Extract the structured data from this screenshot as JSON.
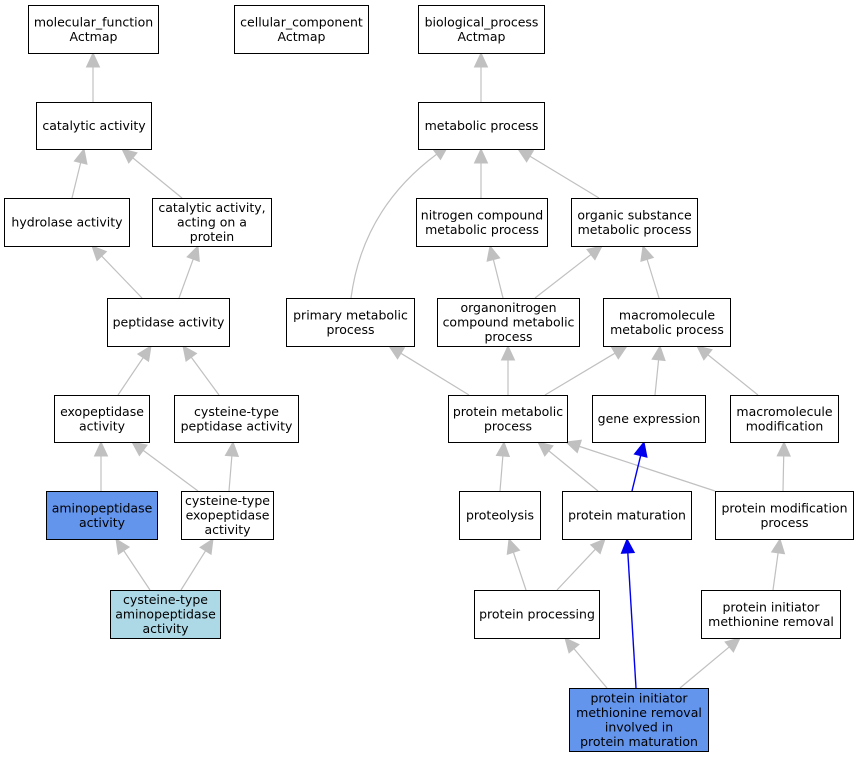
{
  "colors": {
    "edge": "#c0c0c0",
    "highlight_edge": "#0000ee",
    "node_default": "#ffffff",
    "node_selected": "#6495ed",
    "node_query": "#add8e6"
  },
  "nodes": [
    {
      "id": "mf",
      "lines": [
        "molecular_function",
        "Actmap"
      ],
      "fill": "#ffffff"
    },
    {
      "id": "cc",
      "lines": [
        "cellular_component",
        "Actmap"
      ],
      "fill": "#ffffff"
    },
    {
      "id": "bp",
      "lines": [
        "biological_process",
        "Actmap"
      ],
      "fill": "#ffffff"
    },
    {
      "id": "cat",
      "lines": [
        "catalytic activity"
      ],
      "fill": "#ffffff"
    },
    {
      "id": "met",
      "lines": [
        "metabolic process"
      ],
      "fill": "#ffffff"
    },
    {
      "id": "hyd",
      "lines": [
        "hydrolase activity"
      ],
      "fill": "#ffffff"
    },
    {
      "id": "catprot",
      "lines": [
        "catalytic activity,",
        "acting on a",
        "protein"
      ],
      "fill": "#ffffff"
    },
    {
      "id": "nitro",
      "lines": [
        "nitrogen compound",
        "metabolic process"
      ],
      "fill": "#ffffff"
    },
    {
      "id": "orgsub",
      "lines": [
        "organic substance",
        "metabolic process"
      ],
      "fill": "#ffffff"
    },
    {
      "id": "pep",
      "lines": [
        "peptidase activity"
      ],
      "fill": "#ffffff"
    },
    {
      "id": "prim",
      "lines": [
        "primary metabolic",
        "process"
      ],
      "fill": "#ffffff"
    },
    {
      "id": "orgnitro",
      "lines": [
        "organonitrogen",
        "compound metabolic",
        "process"
      ],
      "fill": "#ffffff"
    },
    {
      "id": "macro",
      "lines": [
        "macromolecule",
        "metabolic process"
      ],
      "fill": "#ffffff"
    },
    {
      "id": "exo",
      "lines": [
        "exopeptidase",
        "activity"
      ],
      "fill": "#ffffff"
    },
    {
      "id": "cyspep",
      "lines": [
        "cysteine-type",
        "peptidase activity"
      ],
      "fill": "#ffffff"
    },
    {
      "id": "protmet",
      "lines": [
        "protein metabolic",
        "process"
      ],
      "fill": "#ffffff"
    },
    {
      "id": "gene",
      "lines": [
        "gene expression"
      ],
      "fill": "#ffffff"
    },
    {
      "id": "macmod",
      "lines": [
        "macromolecule",
        "modification"
      ],
      "fill": "#ffffff"
    },
    {
      "id": "amino",
      "lines": [
        "aminopeptidase",
        "activity"
      ],
      "fill": "#6495ed"
    },
    {
      "id": "cysexo",
      "lines": [
        "cysteine-type",
        "exopeptidase",
        "activity"
      ],
      "fill": "#ffffff"
    },
    {
      "id": "proteo",
      "lines": [
        "proteolysis"
      ],
      "fill": "#ffffff"
    },
    {
      "id": "protmat",
      "lines": [
        "protein maturation"
      ],
      "fill": "#ffffff"
    },
    {
      "id": "protmod",
      "lines": [
        "protein modification",
        "process"
      ],
      "fill": "#ffffff"
    },
    {
      "id": "cysamino",
      "lines": [
        "cysteine-type",
        "aminopeptidase",
        "activity"
      ],
      "fill": "#add8e6"
    },
    {
      "id": "protproc",
      "lines": [
        "protein processing"
      ],
      "fill": "#ffffff"
    },
    {
      "id": "pimr",
      "lines": [
        "protein initiator",
        "methionine removal"
      ],
      "fill": "#ffffff"
    },
    {
      "id": "pimrmat",
      "lines": [
        "protein initiator",
        "methionine removal",
        "involved in",
        "protein maturation"
      ],
      "fill": "#6495ed"
    }
  ],
  "edges": [
    {
      "from": "cat",
      "to": "mf"
    },
    {
      "from": "hyd",
      "to": "cat"
    },
    {
      "from": "catprot",
      "to": "cat"
    },
    {
      "from": "pep",
      "to": "hyd"
    },
    {
      "from": "pep",
      "to": "catprot"
    },
    {
      "from": "exo",
      "to": "pep"
    },
    {
      "from": "cyspep",
      "to": "pep"
    },
    {
      "from": "amino",
      "to": "exo"
    },
    {
      "from": "cysexo",
      "to": "exo"
    },
    {
      "from": "cysexo",
      "to": "cyspep"
    },
    {
      "from": "cysamino",
      "to": "amino"
    },
    {
      "from": "cysamino",
      "to": "cysexo"
    },
    {
      "from": "met",
      "to": "bp"
    },
    {
      "from": "prim",
      "to": "met"
    },
    {
      "from": "nitro",
      "to": "met"
    },
    {
      "from": "orgsub",
      "to": "met"
    },
    {
      "from": "orgnitro",
      "to": "nitro"
    },
    {
      "from": "orgnitro",
      "to": "orgsub"
    },
    {
      "from": "macro",
      "to": "orgsub"
    },
    {
      "from": "protmet",
      "to": "prim"
    },
    {
      "from": "protmet",
      "to": "orgnitro"
    },
    {
      "from": "protmet",
      "to": "macro"
    },
    {
      "from": "gene",
      "to": "macro"
    },
    {
      "from": "macmod",
      "to": "macro"
    },
    {
      "from": "proteo",
      "to": "protmet"
    },
    {
      "from": "protmat",
      "to": "protmet"
    },
    {
      "from": "protmod",
      "to": "protmet"
    },
    {
      "from": "protmat",
      "to": "gene",
      "highlight": true
    },
    {
      "from": "protmod",
      "to": "macmod"
    },
    {
      "from": "protproc",
      "to": "proteo"
    },
    {
      "from": "protproc",
      "to": "protmat"
    },
    {
      "from": "pimr",
      "to": "protmod"
    },
    {
      "from": "pimrmat",
      "to": "protproc"
    },
    {
      "from": "pimrmat",
      "to": "pimr"
    },
    {
      "from": "pimrmat",
      "to": "protmat",
      "highlight": true
    }
  ]
}
